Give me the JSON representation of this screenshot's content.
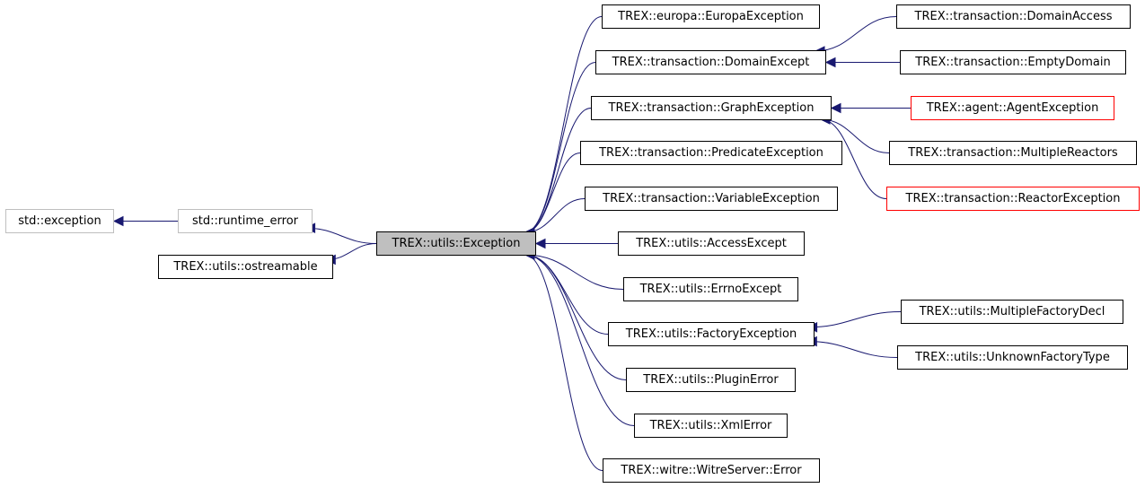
{
  "colors": {
    "edge": "#191970",
    "border": "#000000",
    "external_border": "#bfbfbf",
    "incomplete_border": "#ff0000",
    "focus_fill": "#bfbfbf",
    "background": "#ffffff"
  },
  "nodes": {
    "std_exception": {
      "label": "std::exception",
      "style": "ext"
    },
    "std_runtime_error": {
      "label": "std::runtime_error",
      "style": "ext"
    },
    "ostreamable": {
      "label": "TREX::utils::ostreamable",
      "style": "normal"
    },
    "utils_exception": {
      "label": "TREX::utils::Exception",
      "style": "focus"
    },
    "europa_exception": {
      "label": "TREX::europa::EuropaException",
      "style": "normal"
    },
    "domain_except": {
      "label": "TREX::transaction::DomainExcept",
      "style": "normal"
    },
    "graph_exception": {
      "label": "TREX::transaction::GraphException",
      "style": "normal"
    },
    "predicate_exception": {
      "label": "TREX::transaction::PredicateException",
      "style": "normal"
    },
    "variable_exception": {
      "label": "TREX::transaction::VariableException",
      "style": "normal"
    },
    "access_except": {
      "label": "TREX::utils::AccessExcept",
      "style": "normal"
    },
    "errno_except": {
      "label": "TREX::utils::ErrnoExcept",
      "style": "normal"
    },
    "factory_exception": {
      "label": "TREX::utils::FactoryException",
      "style": "normal"
    },
    "plugin_error": {
      "label": "TREX::utils::PluginError",
      "style": "normal"
    },
    "xml_error": {
      "label": "TREX::utils::XmlError",
      "style": "normal"
    },
    "witre_error": {
      "label": "TREX::witre::WitreServer::Error",
      "style": "normal"
    },
    "domain_access": {
      "label": "TREX::transaction::DomainAccess",
      "style": "normal"
    },
    "empty_domain": {
      "label": "TREX::transaction::EmptyDomain",
      "style": "normal"
    },
    "agent_exception": {
      "label": "TREX::agent::AgentException",
      "style": "red"
    },
    "multiple_reactors": {
      "label": "TREX::transaction::MultipleReactors",
      "style": "normal"
    },
    "reactor_exception": {
      "label": "TREX::transaction::ReactorException",
      "style": "red"
    },
    "multiple_factory_decl": {
      "label": "TREX::utils::MultipleFactoryDecl",
      "style": "normal"
    },
    "unknown_factory_type": {
      "label": "TREX::utils::UnknownFactoryType",
      "style": "normal"
    }
  },
  "edges": [
    {
      "from": "std_runtime_error",
      "to": "std_exception"
    },
    {
      "from": "utils_exception",
      "to": "std_runtime_error"
    },
    {
      "from": "utils_exception",
      "to": "ostreamable"
    },
    {
      "from": "europa_exception",
      "to": "utils_exception"
    },
    {
      "from": "domain_except",
      "to": "utils_exception"
    },
    {
      "from": "graph_exception",
      "to": "utils_exception"
    },
    {
      "from": "predicate_exception",
      "to": "utils_exception"
    },
    {
      "from": "variable_exception",
      "to": "utils_exception"
    },
    {
      "from": "access_except",
      "to": "utils_exception"
    },
    {
      "from": "errno_except",
      "to": "utils_exception"
    },
    {
      "from": "factory_exception",
      "to": "utils_exception"
    },
    {
      "from": "plugin_error",
      "to": "utils_exception"
    },
    {
      "from": "xml_error",
      "to": "utils_exception"
    },
    {
      "from": "witre_error",
      "to": "utils_exception"
    },
    {
      "from": "domain_access",
      "to": "domain_except"
    },
    {
      "from": "empty_domain",
      "to": "domain_except"
    },
    {
      "from": "agent_exception",
      "to": "graph_exception"
    },
    {
      "from": "multiple_reactors",
      "to": "graph_exception"
    },
    {
      "from": "reactor_exception",
      "to": "graph_exception"
    },
    {
      "from": "multiple_factory_decl",
      "to": "factory_exception"
    },
    {
      "from": "unknown_factory_type",
      "to": "factory_exception"
    }
  ]
}
